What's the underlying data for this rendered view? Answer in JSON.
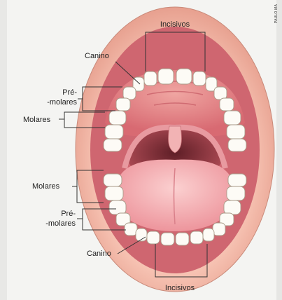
{
  "labels": {
    "incisivos_top": "Incisivos",
    "canino_top": "Canino",
    "premolares_top_1": "Pré-",
    "premolares_top_2": "-molares",
    "molares_top": "Molares",
    "molares_bottom": "Molares",
    "premolares_bottom_1": "Pré-",
    "premolares_bottom_2": "-molares",
    "canino_bottom": "Canino",
    "incisivos_bottom": "Incisivos"
  },
  "credit": "PAULO MA",
  "colors": {
    "lip": "#f4b7a6",
    "lip_outline": "#c98a7a",
    "mouth_inner": "#d9737a",
    "palate": "#e58c8c",
    "throat": "#8a3a42",
    "tongue": "#f4a9ae",
    "tooth": "#fdfbf6",
    "tooth_outline": "#a89a88",
    "leader": "#333333"
  }
}
